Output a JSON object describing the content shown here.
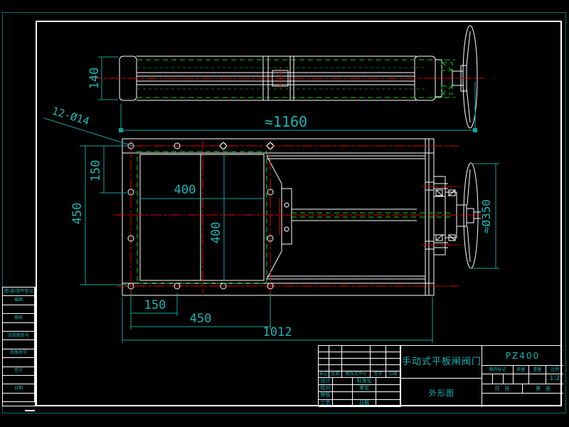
{
  "dimensions": {
    "top_height": "140",
    "top_length": "≈1160",
    "holes_callout": "12-Ø14",
    "left_150": "150",
    "left_450": "450",
    "opening_width": "400",
    "opening_height": "400",
    "handwheel_dia": "≈Ø350",
    "bottom_150": "150",
    "bottom_450": "450",
    "bottom_1012": "1012"
  },
  "title_block": {
    "title": "手动式平板闸阀门",
    "view_name": "外形图",
    "model": "PZ400",
    "scale": "1:2",
    "rev": {
      "mark": "标记",
      "count": "处数",
      "doc": "更改文件号",
      "sign": "签字",
      "date": "日期"
    },
    "roles": {
      "design": "设计",
      "check": "校对",
      "review": "审核",
      "process": "工艺",
      "std": "标准化",
      "approve": "审定",
      "date": "日期"
    },
    "right": {
      "stage": "图样标记",
      "mass": "质量",
      "weight": "重量",
      "scale_label": "比例",
      "sheets": "共　张",
      "sheet_no": "第　张"
    }
  },
  "margin_strip": {
    "items": [
      "借(通)用件登记",
      "描图",
      "描校",
      "旧底图总号",
      "底图总号",
      "签字",
      "日期"
    ]
  }
}
